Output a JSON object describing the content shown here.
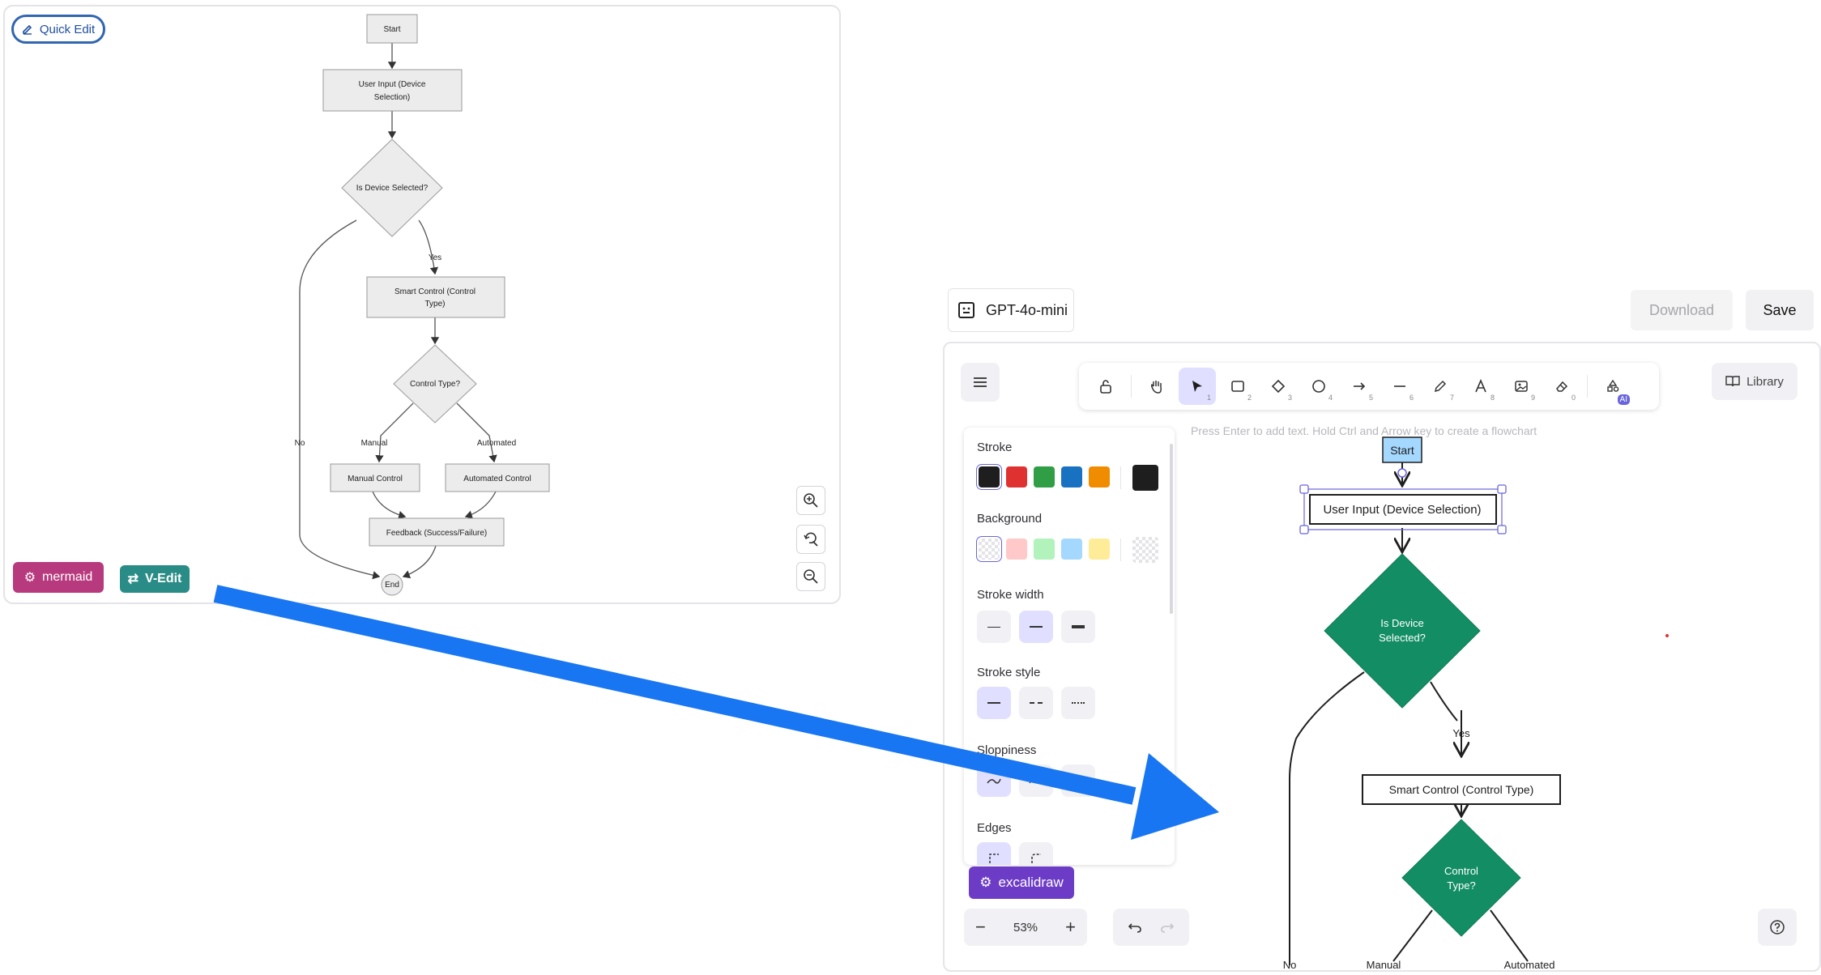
{
  "mermaid_panel": {
    "quick_edit_label": "Quick Edit",
    "mermaid_label": "mermaid",
    "vedit_label": "V-Edit",
    "nodes": {
      "start": "Start",
      "user_input_1": "User Input (Device",
      "user_input_2": "Selection)",
      "is_device": "Is Device Selected?",
      "smart_control_1": "Smart Control (Control",
      "smart_control_2": "Type)",
      "control_type": "Control Type?",
      "manual_control": "Manual Control",
      "automated_control": "Automated Control",
      "feedback": "Feedback (Success/Failure)",
      "end": "End"
    },
    "edges": {
      "yes": "Yes",
      "no": "No",
      "manual": "Manual",
      "automated": "Automated"
    }
  },
  "model_selector": {
    "label": "GPT-4o-mini"
  },
  "header": {
    "download_label": "Download",
    "save_label": "Save"
  },
  "excalidraw": {
    "library_label": "Library",
    "hint": "Press Enter to add text. Hold Ctrl and Arrow key to create a flowchart",
    "zoom_level": "53%",
    "tag_label": "excalidraw",
    "ai_badge": "AI",
    "tool_numbers": [
      "1",
      "2",
      "3",
      "4",
      "5",
      "6",
      "7",
      "8",
      "9",
      "0"
    ],
    "properties": {
      "stroke": "Stroke",
      "background": "Background",
      "stroke_width": "Stroke width",
      "stroke_style": "Stroke style",
      "sloppiness": "Sloppiness",
      "edges": "Edges",
      "stroke_colors": [
        "#1e1e1e",
        "#e03131",
        "#2f9e44",
        "#1971c2",
        "#f08c00"
      ],
      "background_colors": [
        "#ffc9c9",
        "#b2f2bb",
        "#a5d8ff",
        "#ffec99"
      ]
    },
    "canvas": {
      "start": "Start",
      "user_input": "User Input (Device Selection)",
      "is_device_1": "Is Device",
      "is_device_2": "Selected?",
      "yes": "Yes",
      "smart_control": "Smart Control (Control Type)",
      "control_type_1": "Control",
      "control_type_2": "Type?",
      "no": "No",
      "manual": "Manual",
      "automated": "Automated"
    }
  },
  "colors": {
    "accent": "#6965db",
    "diamond": "#138e64",
    "arrow": "#1976f2",
    "mermaid_tag": "#b83a7e",
    "vedit_tag": "#2a8c86"
  }
}
